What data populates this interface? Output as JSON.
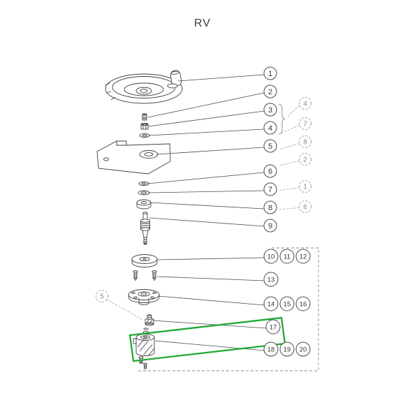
{
  "title": "RV",
  "callouts": {
    "main": [
      "1",
      "2",
      "3",
      "4",
      "5",
      "6",
      "7",
      "8",
      "9",
      "10",
      "11",
      "12",
      "13",
      "14",
      "15",
      "16",
      "17",
      "18",
      "19",
      "20"
    ],
    "dashed": [
      "4",
      "7",
      "8",
      "2",
      "1",
      "6",
      "5"
    ]
  },
  "highlight": {
    "color": "#1faa34"
  }
}
